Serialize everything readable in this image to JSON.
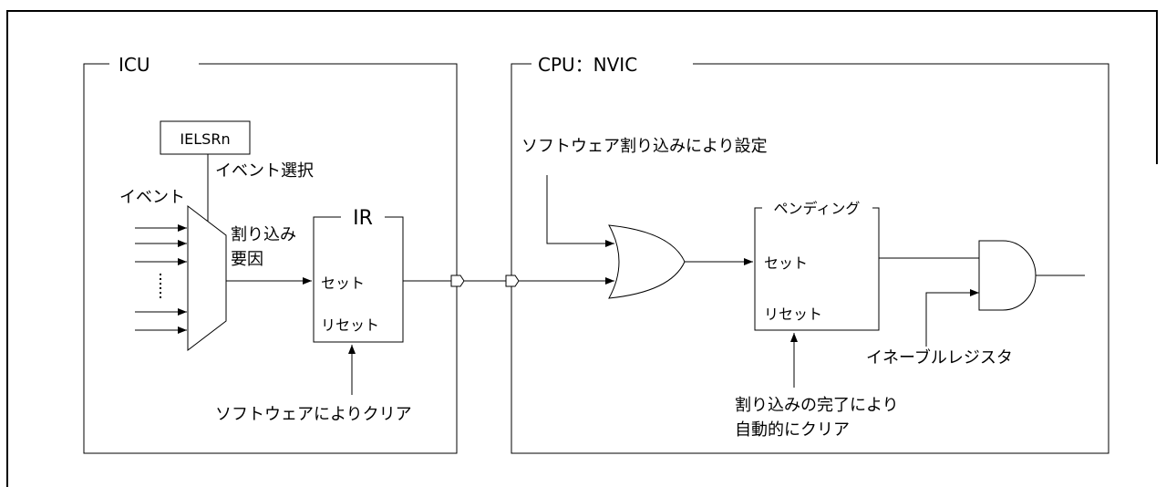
{
  "icu": {
    "title": "ICU",
    "ielsr_label": "IELSRn",
    "event_select": "イベント選択",
    "event": "イベント",
    "interrupt_source_line1": "割り込み",
    "interrupt_source_line2": "要因",
    "ir_title": "IR",
    "ir_set": "セット",
    "ir_reset": "リセット",
    "sw_clear": "ソフトウェアによりクリア"
  },
  "nvic": {
    "title": "CPU：NVIC",
    "sw_interrupt_set": "ソフトウェア割り込みにより設定",
    "pending_title": "ペンディング",
    "pending_set": "セット",
    "pending_reset": "リセット",
    "completion_clear_line1": "割り込みの完了により",
    "completion_clear_line2": "自動的にクリア",
    "enable_register": "イネーブルレジスタ"
  }
}
